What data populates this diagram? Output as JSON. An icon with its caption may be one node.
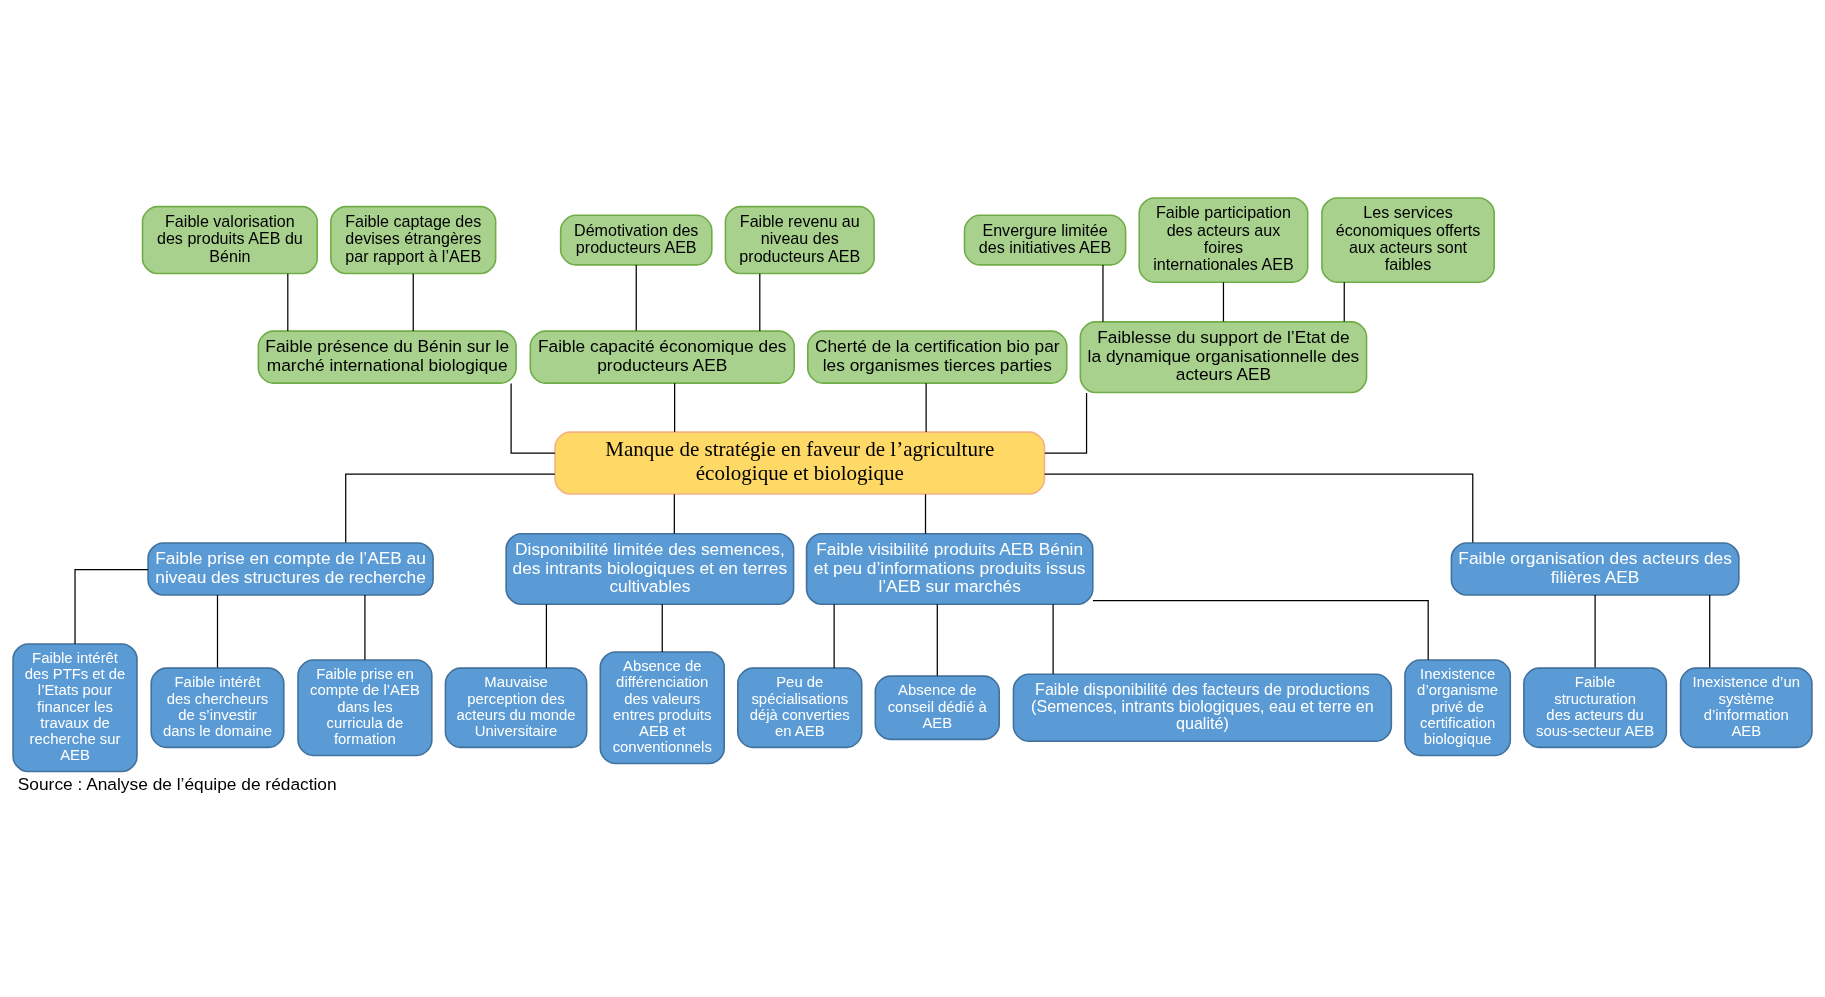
{
  "diagram": {
    "caption": "Source : Analyse de l’équipe de rédaction",
    "nodes": [
      {
        "text": [
          "Faible valorisation des produits AEB du Bénin"
        ]
      },
      {
        "text": [
          "Faible captage des devises étrangères par rapport à l’AEB"
        ]
      },
      {
        "text": [
          "Démotivation des producteurs AEB"
        ]
      },
      {
        "text": [
          "Faible revenu au niveau des producteurs AEB"
        ]
      },
      {
        "text": [
          "Envergure limitée des initiatives AEB"
        ]
      },
      {
        "text": [
          "Faible participation des acteurs aux foires internationales AEB"
        ]
      },
      {
        "text": [
          "Les services économiques offerts aux acteurs sont faibles"
        ]
      },
      {
        "text": [
          "Faible présence du Bénin sur le marché international biologique"
        ]
      },
      {
        "text": [
          "Faible capacité économique des producteurs AEB"
        ]
      },
      {
        "text": [
          "Cherté de la certification bio par les organismes tierces parties"
        ]
      },
      {
        "text": [
          "Faiblesse du support de l’Etat de la dynamique organisationnelle des acteurs AEB"
        ]
      },
      {
        "text": [
          "Manque de stratégie en faveur de l’agriculture écologique et biologique"
        ]
      },
      {
        "text": [
          "Faible prise en compte de l’AEB au niveau des structures de recherche"
        ]
      },
      {
        "text": [
          "Disponibilité limitée des semences, des intrants biologiques et en terres cultivables"
        ]
      },
      {
        "text": [
          "Faible visibilité produits AEB Bénin et peu d’informations produits issus  l’AEB sur marchés"
        ]
      },
      {
        "text": [
          "Faible organisation des acteurs des filières AEB"
        ]
      },
      {
        "text": [
          "Faible intérêt des PTFs et de l’Etats pour financer les travaux de recherche sur AEB"
        ]
      },
      {
        "text": [
          "Faible intérêt des chercheurs de s’investir dans le domaine"
        ]
      },
      {
        "text": [
          "Faible prise en compte de l’AEB dans les curricula de formation"
        ]
      },
      {
        "text": [
          "Mauvaise perception des acteurs du monde Universitaire"
        ]
      },
      {
        "text": [
          "Absence de différenciation des valeurs entres produits AEB et conventionnels"
        ]
      },
      {
        "text": [
          "Peu de spécialisations déjà converties en AEB"
        ]
      },
      {
        "text": [
          "Absence de conseil dédié à AEB"
        ]
      },
      {
        "text": [
          "Inexistence d’organisme privé de certification biologique"
        ]
      },
      {
        "text": [
          "Faible structuration des acteurs du sous-secteur AEB"
        ]
      },
      {
        "text": [
          "Inexistence d’un système d’information AEB"
        ]
      },
      {
        "text": [
          "Faible disponibilité des facteurs de productions (Semences, intrants biologiques, eau et terre en qualité)"
        ]
      }
    ],
    "edges": [
      {
        "from": 7,
        "to": 0,
        "arrow": "none"
      },
      {
        "from": 7,
        "to": 1,
        "arrow": "none"
      },
      {
        "from": 8,
        "to": 2,
        "arrow": "none"
      },
      {
        "from": 8,
        "to": 3,
        "arrow": "none"
      },
      {
        "from": 10,
        "to": 4,
        "arrow": "none"
      },
      {
        "from": 10,
        "to": 5,
        "arrow": "none"
      },
      {
        "from": 10,
        "to": 6,
        "arrow": "none"
      },
      {
        "from": 11,
        "to": 7,
        "arrow": "none"
      },
      {
        "from": 11,
        "to": 8,
        "arrow": "none"
      },
      {
        "from": 11,
        "to": 9,
        "arrow": "none"
      },
      {
        "from": 11,
        "to": 10,
        "arrow": "none"
      },
      {
        "from": 11,
        "to": 12,
        "arrow": "none"
      },
      {
        "from": 11,
        "to": 13,
        "arrow": "none"
      },
      {
        "from": 11,
        "to": 14,
        "arrow": "none"
      },
      {
        "from": 11,
        "to": 15,
        "arrow": "none"
      },
      {
        "from": 12,
        "to": 16,
        "arrow": "none"
      },
      {
        "from": 12,
        "to": 17,
        "arrow": "none"
      },
      {
        "from": 12,
        "to": 18,
        "arrow": "none"
      },
      {
        "from": 13,
        "to": 19,
        "arrow": "none"
      },
      {
        "from": 13,
        "to": 20,
        "arrow": "none"
      },
      {
        "from": 14,
        "to": 21,
        "arrow": "none"
      },
      {
        "from": 14,
        "to": 22,
        "arrow": "none"
      },
      {
        "from": 14,
        "to": 26,
        "arrow": "none"
      },
      {
        "from": 14,
        "to": 23,
        "arrow": "none"
      },
      {
        "from": 15,
        "to": 24,
        "arrow": "none"
      },
      {
        "from": 15,
        "to": 25,
        "arrow": "none"
      }
    ]
  }
}
